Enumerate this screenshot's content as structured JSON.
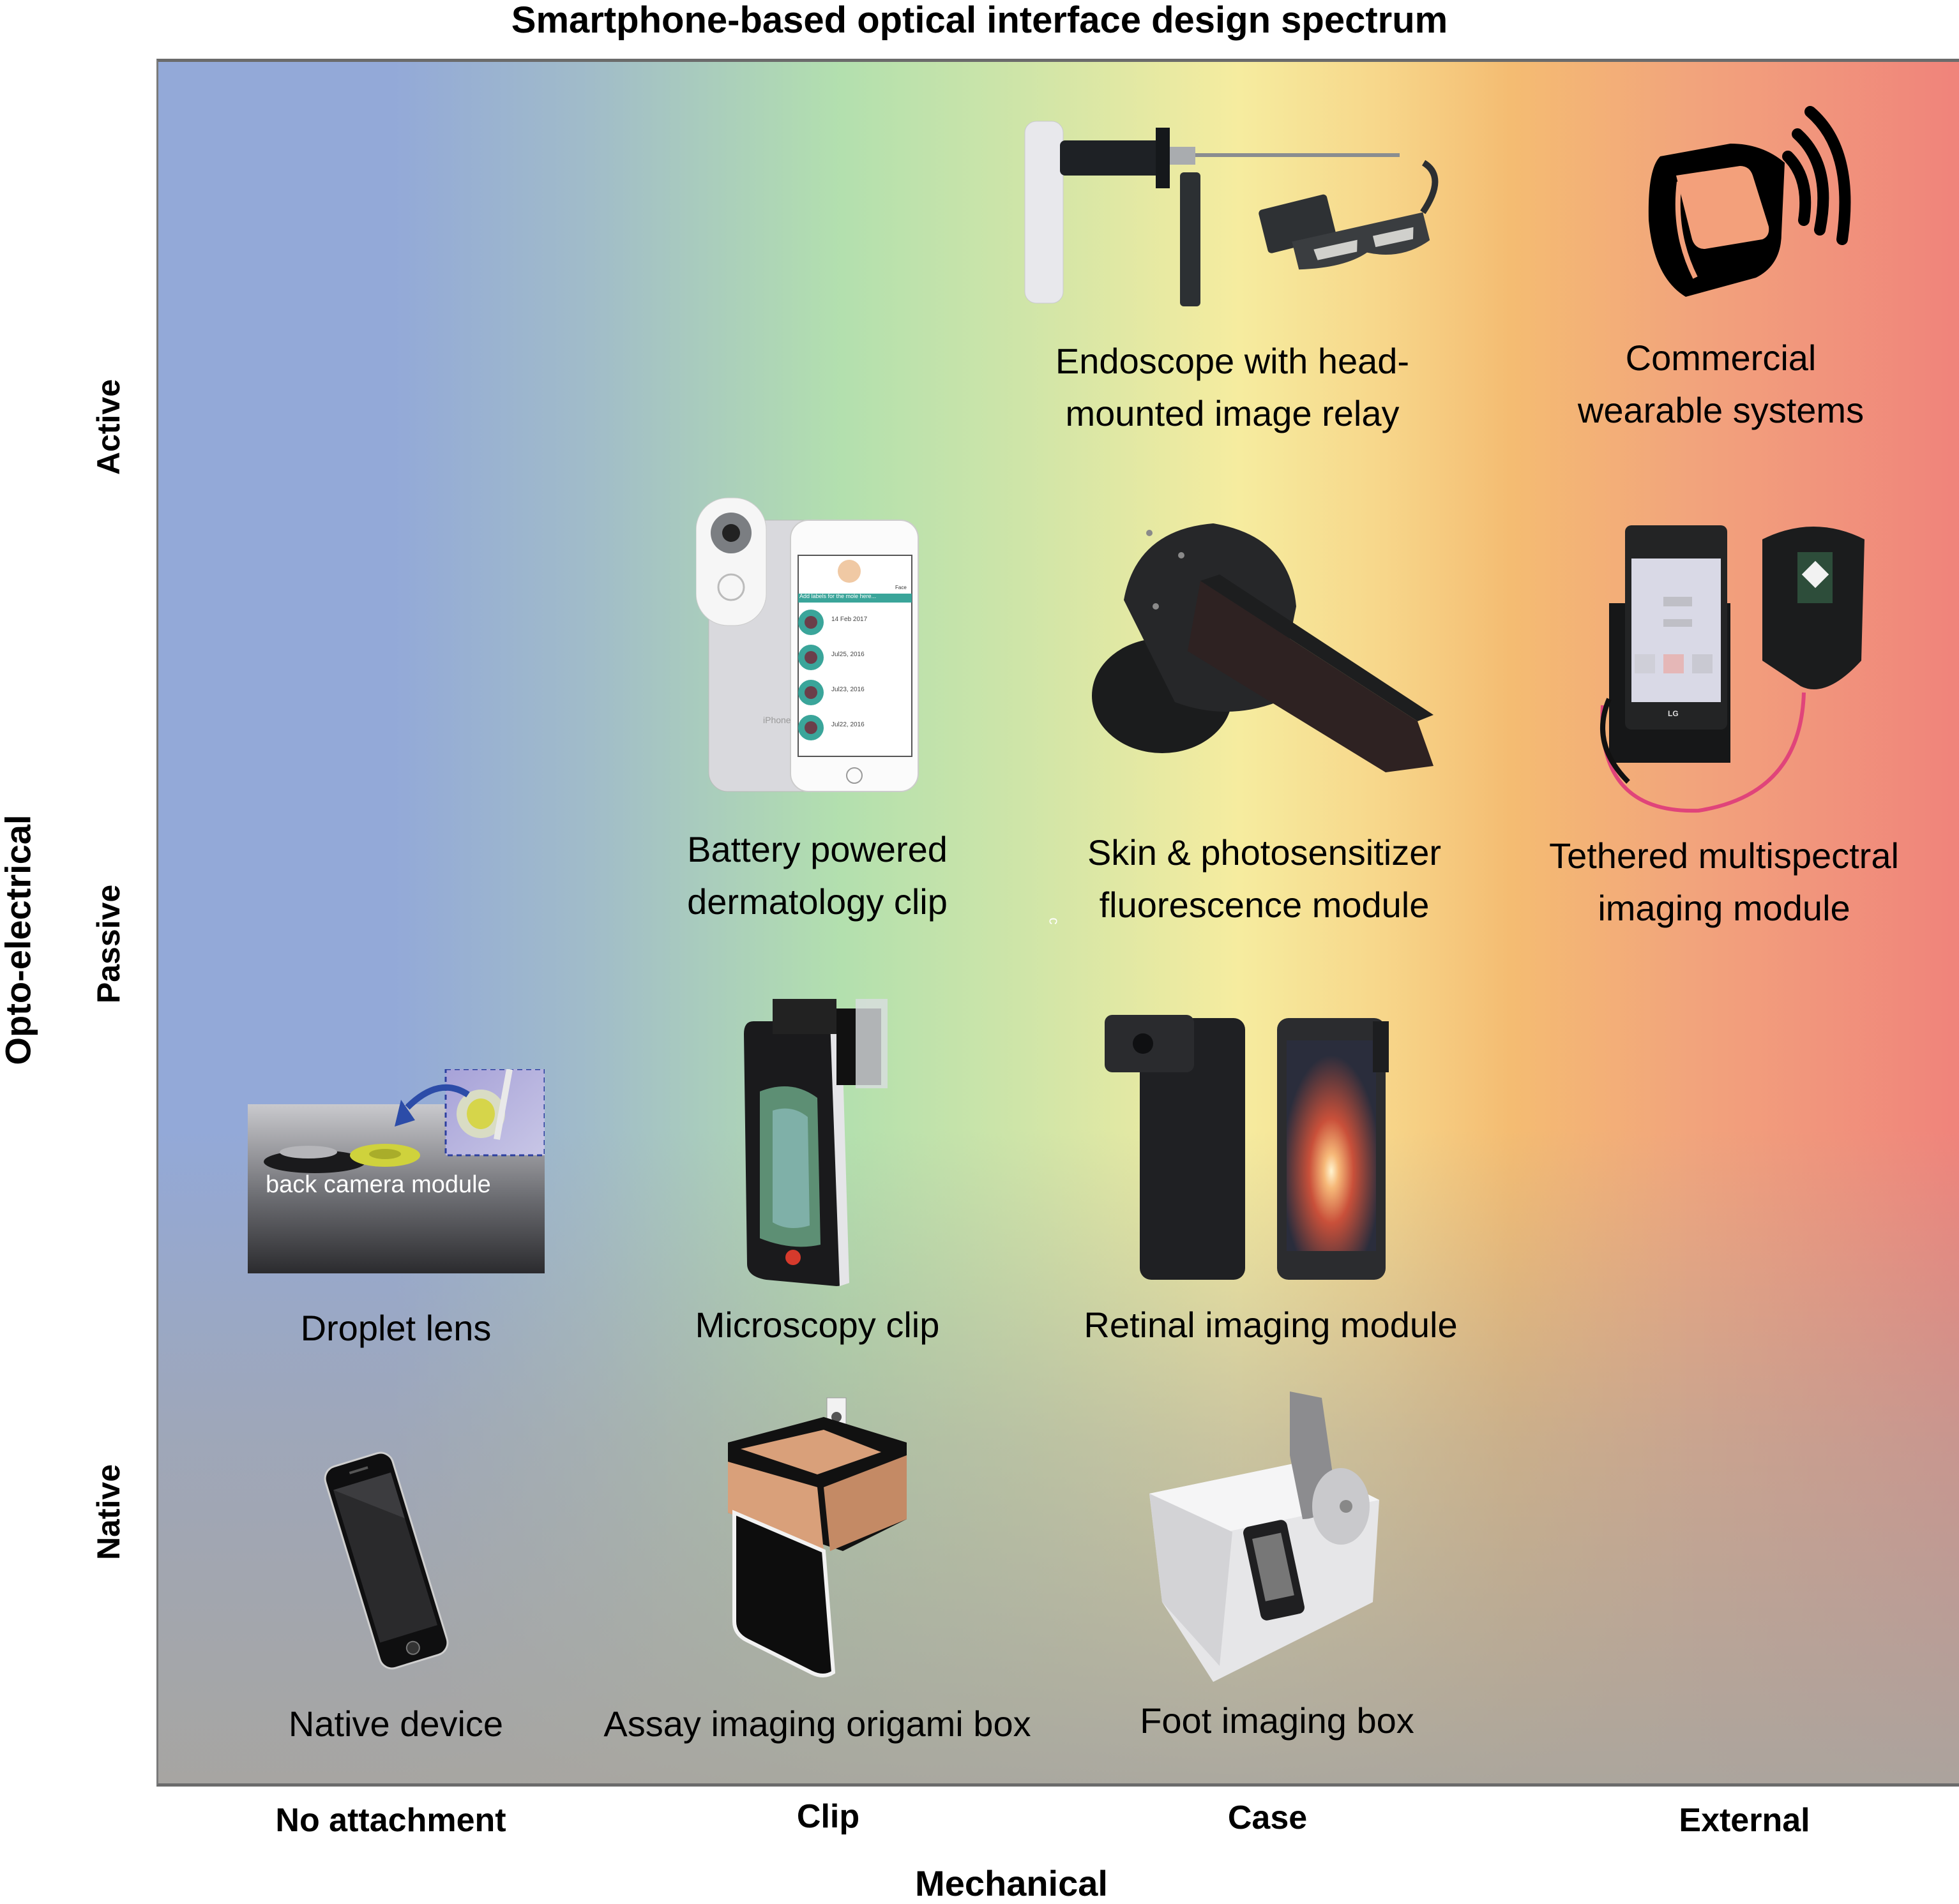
{
  "title": "Smartphone-based optical interface design spectrum",
  "y_axis": {
    "title": "Opto-electrical",
    "levels": [
      "Active",
      "Passive",
      "Native"
    ]
  },
  "x_axis": {
    "title": "Mechanical",
    "levels": [
      "No attachment",
      "Clip",
      "Case",
      "External"
    ]
  },
  "background_gradient": {
    "direction": "left-to-right",
    "colors": [
      "#93a9d8",
      "#b3e0ae",
      "#f6ec9f",
      "#f4bc72",
      "#f0837b"
    ],
    "bottom_fade": "#a8a59f"
  },
  "items": [
    {
      "id": "endoscope",
      "caption_lines": [
        "Endoscope with head-",
        "mounted image relay"
      ],
      "mechanical": "Case",
      "opto": "Active",
      "icon": "endoscope-headset-icon"
    },
    {
      "id": "wearable",
      "caption_lines": [
        "Commercial",
        "wearable systems"
      ],
      "mechanical": "External",
      "opto": "Active",
      "icon": "smartwatch-wireless-icon"
    },
    {
      "id": "dermatology",
      "caption_lines": [
        "Battery powered",
        "dermatology clip"
      ],
      "mechanical": "Clip",
      "opto": "Active/Passive",
      "icon": "dermatoscope-phone-icon",
      "screen": {
        "header_label": "Face",
        "banner": "Add labels for the mole here...",
        "entries": [
          "14 Feb 2017",
          "Jul25, 2016",
          "Jul23, 2016",
          "Jul22, 2016"
        ],
        "phone_brand": "iPhone"
      }
    },
    {
      "id": "fluorescence",
      "caption_lines": [
        "Skin & photosensitizer",
        "fluorescence module"
      ],
      "mechanical": "Case",
      "opto": "Active/Passive",
      "icon": "fluorescence-module-icon"
    },
    {
      "id": "multispectral",
      "caption_lines": [
        "Tethered multispectral",
        "imaging module"
      ],
      "mechanical": "External",
      "opto": "Active/Passive",
      "icon": "tethered-module-icon",
      "screen": {
        "brand": "LG"
      }
    },
    {
      "id": "droplet",
      "caption_lines": [
        "Droplet lens"
      ],
      "mechanical": "No attachment",
      "opto": "Passive",
      "icon": "droplet-lens-icon",
      "inset_label": "back camera module"
    },
    {
      "id": "microscopy",
      "caption_lines": [
        "Microscopy clip"
      ],
      "mechanical": "Clip",
      "opto": "Passive",
      "icon": "microscopy-clip-icon"
    },
    {
      "id": "retinal",
      "caption_lines": [
        "Retinal imaging module"
      ],
      "mechanical": "Case",
      "opto": "Passive",
      "icon": "retinal-module-icon"
    },
    {
      "id": "native",
      "caption_lines": [
        "Native device"
      ],
      "mechanical": "No attachment",
      "opto": "Native",
      "icon": "smartphone-icon"
    },
    {
      "id": "origami",
      "caption_lines": [
        "Assay imaging origami box"
      ],
      "mechanical": "Clip",
      "opto": "Native",
      "icon": "origami-box-icon"
    },
    {
      "id": "foot",
      "caption_lines": [
        "Foot imaging box"
      ],
      "mechanical": "Case",
      "opto": "Native",
      "icon": "foot-box-icon"
    }
  ],
  "artifact_text": "c"
}
